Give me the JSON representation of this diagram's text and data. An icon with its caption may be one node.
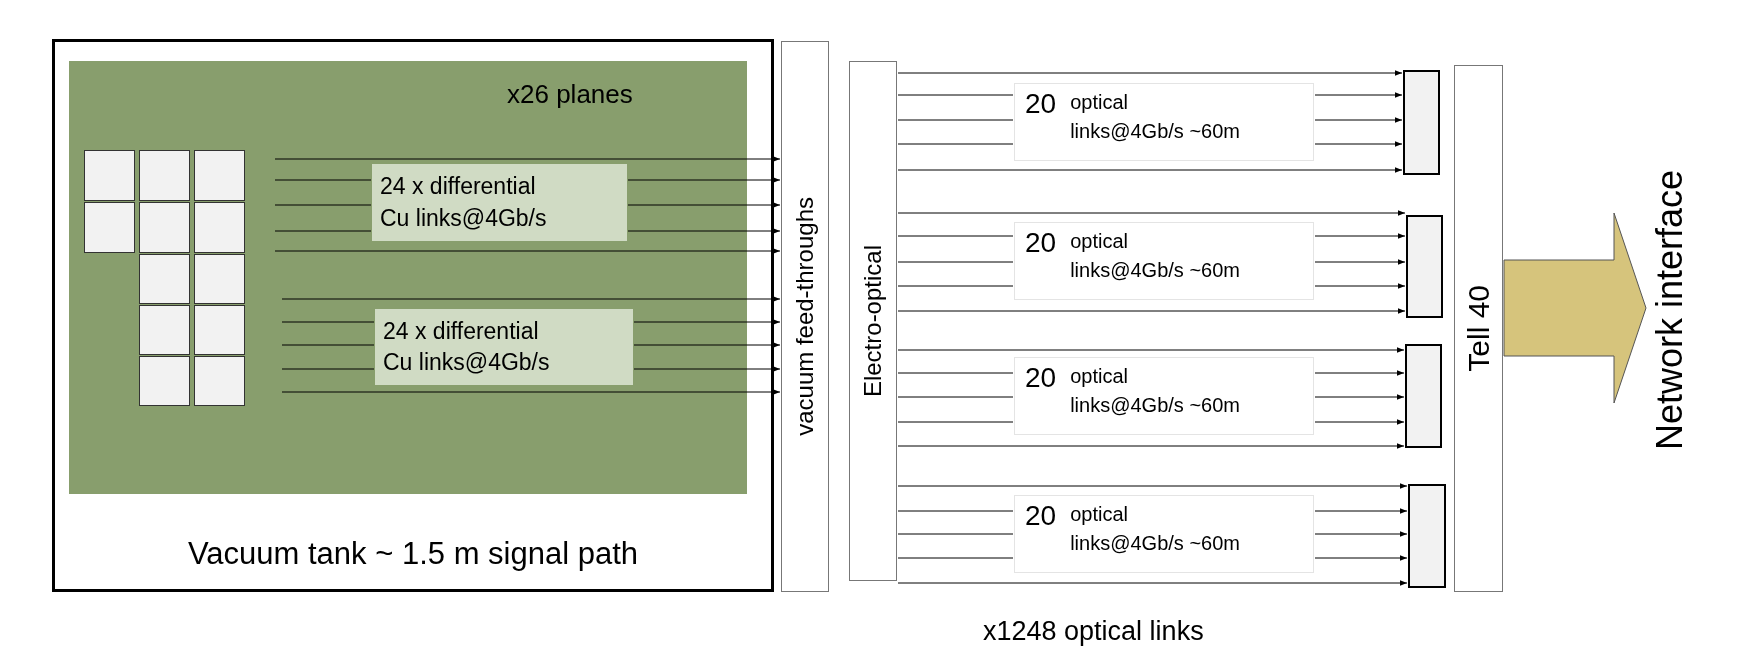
{
  "diagram": {
    "nodes": [
      {
        "text": [
          "Vacuum tank ~ 1.5 m signal path"
        ]
      },
      {
        "text": [
          "x26 planes"
        ],
        "in": 0
      },
      {
        "text": [],
        "shape": "box",
        "in": 1
      },
      {
        "text": [],
        "shape": "box",
        "in": 1
      },
      {
        "text": [],
        "shape": "box",
        "in": 1
      },
      {
        "text": [],
        "shape": "box",
        "in": 1
      },
      {
        "text": [],
        "shape": "box",
        "in": 1
      },
      {
        "text": [],
        "shape": "box",
        "in": 1
      },
      {
        "text": [],
        "shape": "box",
        "in": 1
      },
      {
        "text": [],
        "shape": "box",
        "in": 1
      },
      {
        "text": [],
        "shape": "box",
        "in": 1
      },
      {
        "text": [],
        "shape": "box",
        "in": 1
      },
      {
        "text": [],
        "shape": "box",
        "in": 1
      },
      {
        "text": [],
        "shape": "box",
        "in": 1
      },
      {
        "text": [
          "24 x differential Cu links@4Gb/s"
        ],
        "in": 1
      },
      {
        "text": [
          "24 x differential Cu links@4Gb/s"
        ],
        "in": 1
      },
      {
        "text": [
          "vacuum feed-throughs"
        ]
      },
      {
        "text": [
          "Electro-optical"
        ]
      },
      {
        "text": [
          "20",
          "optical links@4Gb/s ~60m"
        ]
      },
      {
        "text": [
          "20",
          "optical links@4Gb/s ~60m"
        ]
      },
      {
        "text": [
          "20",
          "optical links@4Gb/s ~60m"
        ]
      },
      {
        "text": [
          "20",
          "optical links@4Gb/s ~60m"
        ]
      },
      {
        "text": [],
        "shape": "box"
      },
      {
        "text": [],
        "shape": "box"
      },
      {
        "text": [],
        "shape": "box"
      },
      {
        "text": [],
        "shape": "box"
      },
      {
        "text": [
          "Tell 40"
        ]
      },
      {
        "text": [
          "Network interface"
        ]
      }
    ],
    "edges": [
      {
        "from": null,
        "to": 16,
        "arrow": "to"
      },
      {
        "from": null,
        "to": 14,
        "arrow": "none"
      },
      {
        "from": 14,
        "to": 16,
        "arrow": "to"
      },
      {
        "from": null,
        "to": 14,
        "arrow": "none"
      },
      {
        "from": 14,
        "to": 16,
        "arrow": "to"
      },
      {
        "from": null,
        "to": 14,
        "arrow": "none"
      },
      {
        "from": 14,
        "to": 16,
        "arrow": "to"
      },
      {
        "from": null,
        "to": 16,
        "arrow": "to"
      },
      {
        "from": null,
        "to": 16,
        "arrow": "to"
      },
      {
        "from": null,
        "to": 15,
        "arrow": "none"
      },
      {
        "from": 15,
        "to": 16,
        "arrow": "to"
      },
      {
        "from": null,
        "to": 15,
        "arrow": "none"
      },
      {
        "from": 15,
        "to": 16,
        "arrow": "to"
      },
      {
        "from": null,
        "to": 15,
        "arrow": "none"
      },
      {
        "from": 15,
        "to": 16,
        "arrow": "to"
      },
      {
        "from": null,
        "to": 16,
        "arrow": "to"
      },
      {
        "from": 17,
        "to": 22,
        "arrow": "to"
      },
      {
        "from": 17,
        "to": 18,
        "arrow": "none"
      },
      {
        "from": 18,
        "to": 22,
        "arrow": "to"
      },
      {
        "from": 17,
        "to": 18,
        "arrow": "none"
      },
      {
        "from": 18,
        "to": 22,
        "arrow": "to"
      },
      {
        "from": 17,
        "to": 18,
        "arrow": "none"
      },
      {
        "from": 18,
        "to": 22,
        "arrow": "to"
      },
      {
        "from": 17,
        "to": 22,
        "arrow": "to"
      },
      {
        "from": 17,
        "to": 23,
        "arrow": "to"
      },
      {
        "from": 17,
        "to": 19,
        "arrow": "none"
      },
      {
        "from": 19,
        "to": 23,
        "arrow": "to"
      },
      {
        "from": 17,
        "to": 19,
        "arrow": "none"
      },
      {
        "from": 19,
        "to": 23,
        "arrow": "to"
      },
      {
        "from": 17,
        "to": 19,
        "arrow": "none"
      },
      {
        "from": 19,
        "to": 23,
        "arrow": "to"
      },
      {
        "from": 17,
        "to": 23,
        "arrow": "to"
      },
      {
        "from": 17,
        "to": 24,
        "arrow": "to"
      },
      {
        "from": 17,
        "to": 20,
        "arrow": "none"
      },
      {
        "from": 20,
        "to": 24,
        "arrow": "to"
      },
      {
        "from": 17,
        "to": 20,
        "arrow": "none"
      },
      {
        "from": 20,
        "to": 24,
        "arrow": "to"
      },
      {
        "from": 17,
        "to": 20,
        "arrow": "none"
      },
      {
        "from": 20,
        "to": 24,
        "arrow": "to"
      },
      {
        "from": 17,
        "to": 24,
        "arrow": "to"
      },
      {
        "from": 17,
        "to": 25,
        "arrow": "to"
      },
      {
        "from": 17,
        "to": 21,
        "arrow": "none"
      },
      {
        "from": 21,
        "to": 25,
        "arrow": "to"
      },
      {
        "from": 17,
        "to": 21,
        "arrow": "none"
      },
      {
        "from": 21,
        "to": 25,
        "arrow": "to"
      },
      {
        "from": 17,
        "to": 21,
        "arrow": "none"
      },
      {
        "from": 21,
        "to": 25,
        "arrow": "to"
      },
      {
        "from": 17,
        "to": 25,
        "arrow": "to"
      },
      {
        "from": 26,
        "to": 27,
        "arrow": "to",
        "style": "thick",
        "color": "#d6c47c"
      }
    ],
    "labels": [
      "x1248 optical links"
    ]
  }
}
